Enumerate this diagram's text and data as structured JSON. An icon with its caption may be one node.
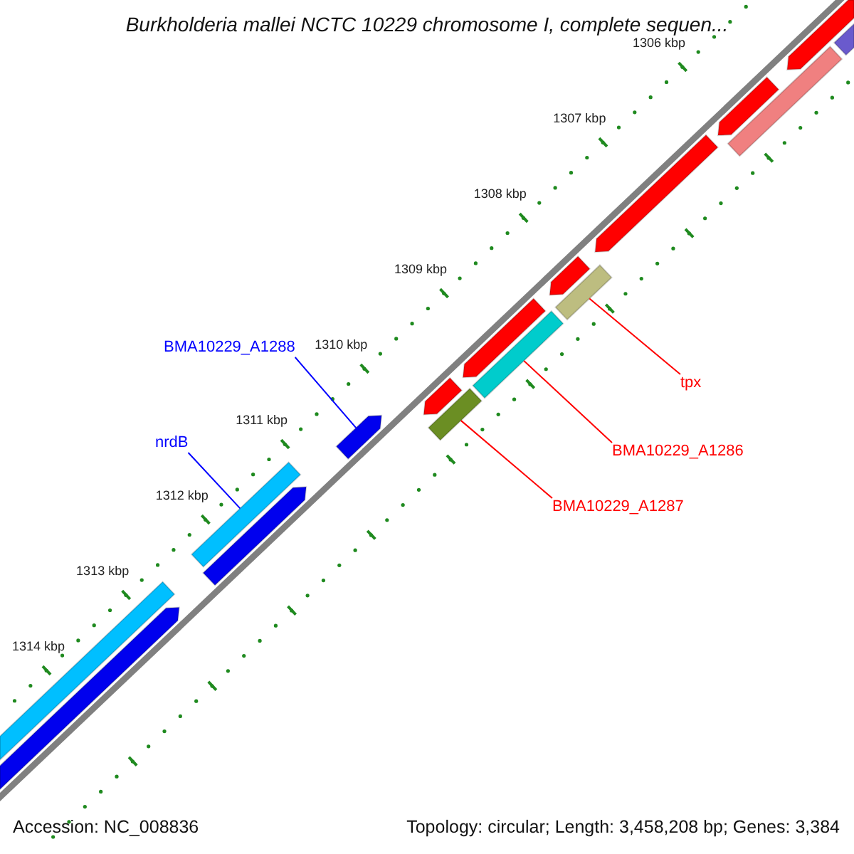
{
  "diagram": {
    "title": "Burkholderia mallei NCTC 10229 chromosome I, complete sequen...",
    "nodes": [
      {
        "text": [
          "BMA10229_A1288"
        ]
      },
      {
        "text": [],
        "shape": "arrow"
      },
      {
        "text": [
          "nrdB"
        ]
      },
      {
        "text": [],
        "shape": "bar"
      },
      {
        "text": [
          "tpx"
        ]
      },
      {
        "text": [],
        "shape": "bar"
      },
      {
        "text": [
          "BMA10229_A1286"
        ]
      },
      {
        "text": [],
        "shape": "bar"
      },
      {
        "text": [
          "BMA10229_A1287"
        ]
      },
      {
        "text": [],
        "shape": "bar"
      },
      {
        "text": [],
        "shape": "arrow"
      },
      {
        "text": [],
        "shape": "bar"
      },
      {
        "text": [],
        "shape": "arrow"
      },
      {
        "text": [],
        "shape": "arrow"
      },
      {
        "text": [],
        "shape": "arrow"
      },
      {
        "text": [],
        "shape": "arrow"
      },
      {
        "text": [],
        "shape": "arrow"
      },
      {
        "text": [],
        "shape": "arrow"
      },
      {
        "text": [],
        "shape": "bar"
      },
      {
        "text": [],
        "shape": "arrow"
      },
      {
        "text": [],
        "shape": "bar"
      }
    ],
    "edges": [
      {
        "from": 0,
        "to": 1,
        "arrow": "none",
        "color": "#0000ff"
      },
      {
        "from": 2,
        "to": 3,
        "arrow": "none",
        "color": "#0000ff"
      },
      {
        "from": 4,
        "to": 5,
        "arrow": "none"
      },
      {
        "from": 6,
        "to": 7,
        "arrow": "none"
      },
      {
        "from": 8,
        "to": 9,
        "arrow": "none"
      }
    ],
    "labels": [
      "1306 kbp",
      "1307 kbp",
      "1308 kbp",
      "1309 kbp",
      "1310 kbp",
      "1311 kbp",
      "1312 kbp",
      "1313 kbp",
      "1314 kbp",
      "Accession: NC_008836",
      "Topology: circular; Length: 3,458,208 bp; Genes: 3,384"
    ]
  }
}
